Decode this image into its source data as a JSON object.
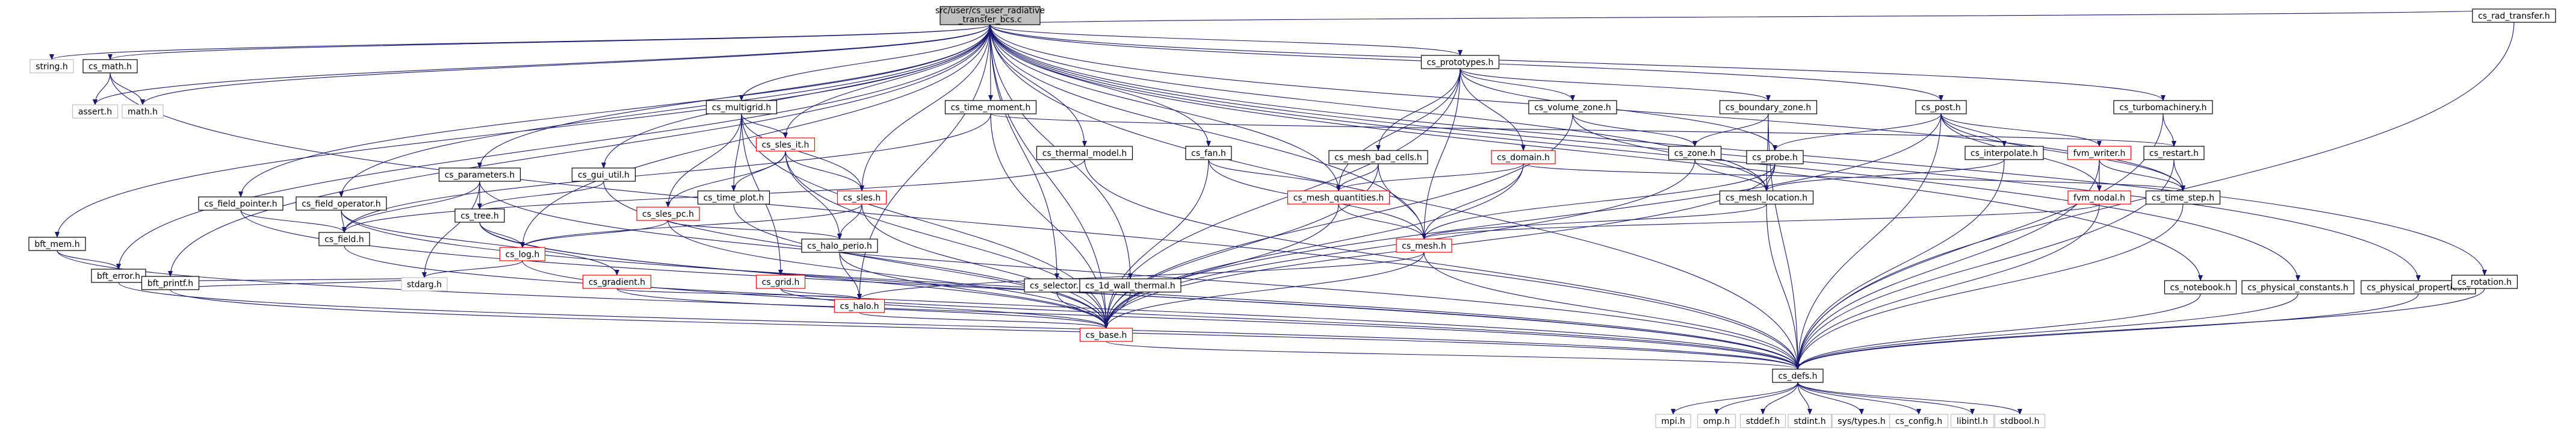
{
  "graph": {
    "root_label_line1": "src/user/cs_user_radiative",
    "root_label_line2": "_transfer_bcs.c",
    "colors": {
      "edge": "#191970",
      "box_border": "#000000",
      "box_border_ref": "#ff0000",
      "box_border_ext": "#bfbfbf",
      "box_fill": "#ffffff",
      "root_fill": "#bfbfbf"
    },
    "nodes": [
      {
        "id": "root",
        "label": "src/user/cs_user_radiative_transfer_bcs.c",
        "kind": "root"
      },
      {
        "id": "string",
        "label": "string.h",
        "kind": "ext"
      },
      {
        "id": "cs_math",
        "label": "cs_math.h",
        "kind": "normal"
      },
      {
        "id": "assert",
        "label": "assert.h",
        "kind": "ext"
      },
      {
        "id": "math",
        "label": "math.h",
        "kind": "ext"
      },
      {
        "id": "bft_mem",
        "label": "bft_mem.h",
        "kind": "normal"
      },
      {
        "id": "bft_error",
        "label": "bft_error.h",
        "kind": "normal"
      },
      {
        "id": "bft_printf",
        "label": "bft_printf.h",
        "kind": "normal"
      },
      {
        "id": "cs_field_pointer",
        "label": "cs_field_pointer.h",
        "kind": "normal"
      },
      {
        "id": "cs_field_operator",
        "label": "cs_field_operator.h",
        "kind": "normal"
      },
      {
        "id": "cs_field",
        "label": "cs_field.h",
        "kind": "normal"
      },
      {
        "id": "cs_parameters",
        "label": "cs_parameters.h",
        "kind": "normal"
      },
      {
        "id": "cs_tree",
        "label": "cs_tree.h",
        "kind": "normal"
      },
      {
        "id": "cs_log",
        "label": "cs_log.h",
        "kind": "ref"
      },
      {
        "id": "stdarg",
        "label": "stdarg.h",
        "kind": "ext"
      },
      {
        "id": "cs_gradient",
        "label": "cs_gradient.h",
        "kind": "ref"
      },
      {
        "id": "cs_multigrid",
        "label": "cs_multigrid.h",
        "kind": "normal"
      },
      {
        "id": "cs_gui_util",
        "label": "cs_gui_util.h",
        "kind": "normal"
      },
      {
        "id": "cs_sles_it",
        "label": "cs_sles_it.h",
        "kind": "ref"
      },
      {
        "id": "cs_sles_pc",
        "label": "cs_sles_pc.h",
        "kind": "ref"
      },
      {
        "id": "cs_time_plot",
        "label": "cs_time_plot.h",
        "kind": "normal"
      },
      {
        "id": "cs_sles",
        "label": "cs_sles.h",
        "kind": "ref"
      },
      {
        "id": "cs_halo_perio",
        "label": "cs_halo_perio.h",
        "kind": "normal"
      },
      {
        "id": "cs_grid",
        "label": "cs_grid.h",
        "kind": "ref"
      },
      {
        "id": "cs_halo",
        "label": "cs_halo.h",
        "kind": "ref"
      },
      {
        "id": "cs_time_moment",
        "label": "cs_time_moment.h",
        "kind": "normal"
      },
      {
        "id": "cs_thermal_model",
        "label": "cs_thermal_model.h",
        "kind": "normal"
      },
      {
        "id": "cs_selector",
        "label": "cs_selector.h",
        "kind": "normal"
      },
      {
        "id": "cs_1d_wall_thermal",
        "label": "cs_1d_wall_thermal.h",
        "kind": "normal"
      },
      {
        "id": "cs_base",
        "label": "cs_base.h",
        "kind": "ref"
      },
      {
        "id": "cs_fan",
        "label": "cs_fan.h",
        "kind": "normal"
      },
      {
        "id": "cs_prototypes",
        "label": "cs_prototypes.h",
        "kind": "normal"
      },
      {
        "id": "cs_mesh_bad_cells",
        "label": "cs_mesh_bad_cells.h",
        "kind": "normal"
      },
      {
        "id": "cs_domain",
        "label": "cs_domain.h",
        "kind": "ref"
      },
      {
        "id": "cs_volume_zone",
        "label": "cs_volume_zone.h",
        "kind": "normal"
      },
      {
        "id": "cs_boundary_zone",
        "label": "cs_boundary_zone.h",
        "kind": "normal"
      },
      {
        "id": "cs_mesh_quantities",
        "label": "cs_mesh_quantities.h",
        "kind": "ref"
      },
      {
        "id": "cs_zone",
        "label": "cs_zone.h",
        "kind": "normal"
      },
      {
        "id": "cs_probe",
        "label": "cs_probe.h",
        "kind": "normal"
      },
      {
        "id": "cs_mesh_location",
        "label": "cs_mesh_location.h",
        "kind": "normal"
      },
      {
        "id": "cs_mesh",
        "label": "cs_mesh.h",
        "kind": "ref"
      },
      {
        "id": "cs_post",
        "label": "cs_post.h",
        "kind": "normal"
      },
      {
        "id": "cs_interpolate",
        "label": "cs_interpolate.h",
        "kind": "normal"
      },
      {
        "id": "fvm_writer",
        "label": "fvm_writer.h",
        "kind": "ref"
      },
      {
        "id": "fvm_nodal",
        "label": "fvm_nodal.h",
        "kind": "ref"
      },
      {
        "id": "cs_turbomachinery",
        "label": "cs_turbomachinery.h",
        "kind": "normal"
      },
      {
        "id": "cs_restart",
        "label": "cs_restart.h",
        "kind": "normal"
      },
      {
        "id": "cs_time_step",
        "label": "cs_time_step.h",
        "kind": "normal"
      },
      {
        "id": "cs_notebook",
        "label": "cs_notebook.h",
        "kind": "normal"
      },
      {
        "id": "cs_physical_constants",
        "label": "cs_physical_constants.h",
        "kind": "normal"
      },
      {
        "id": "cs_physical_properties",
        "label": "cs_physical_properties.h",
        "kind": "normal"
      },
      {
        "id": "cs_rotation",
        "label": "cs_rotation.h",
        "kind": "normal"
      },
      {
        "id": "cs_rad_transfer",
        "label": "cs_rad_transfer.h",
        "kind": "normal"
      },
      {
        "id": "cs_defs",
        "label": "cs_defs.h",
        "kind": "normal"
      },
      {
        "id": "mpi",
        "label": "mpi.h",
        "kind": "ext"
      },
      {
        "id": "omp",
        "label": "omp.h",
        "kind": "ext"
      },
      {
        "id": "stddef",
        "label": "stddef.h",
        "kind": "ext"
      },
      {
        "id": "stdint",
        "label": "stdint.h",
        "kind": "ext"
      },
      {
        "id": "sys_types",
        "label": "sys/types.h",
        "kind": "ext"
      },
      {
        "id": "cs_config",
        "label": "cs_config.h",
        "kind": "ext"
      },
      {
        "id": "libintl",
        "label": "libintl.h",
        "kind": "ext"
      },
      {
        "id": "stdbool",
        "label": "stdbool.h",
        "kind": "ext"
      }
    ],
    "edges": [
      [
        "root",
        "string"
      ],
      [
        "root",
        "cs_math"
      ],
      [
        "root",
        "assert"
      ],
      [
        "root",
        "math"
      ],
      [
        "root",
        "bft_mem"
      ],
      [
        "root",
        "bft_error"
      ],
      [
        "root",
        "bft_printf"
      ],
      [
        "root",
        "cs_field_pointer"
      ],
      [
        "root",
        "cs_field_operator"
      ],
      [
        "root",
        "cs_parameters"
      ],
      [
        "root",
        "cs_multigrid"
      ],
      [
        "root",
        "cs_gui_util"
      ],
      [
        "root",
        "cs_sles_it"
      ],
      [
        "root",
        "cs_sles"
      ],
      [
        "root",
        "cs_time_moment"
      ],
      [
        "root",
        "cs_thermal_model"
      ],
      [
        "root",
        "cs_selector"
      ],
      [
        "root",
        "cs_1d_wall_thermal"
      ],
      [
        "root",
        "cs_base"
      ],
      [
        "root",
        "cs_halo"
      ],
      [
        "root",
        "cs_fan"
      ],
      [
        "root",
        "cs_prototypes"
      ],
      [
        "root",
        "cs_mesh_quantities"
      ],
      [
        "root",
        "cs_mesh"
      ],
      [
        "root",
        "cs_mesh_location"
      ],
      [
        "root",
        "cs_post"
      ],
      [
        "root",
        "cs_turbomachinery"
      ],
      [
        "root",
        "cs_time_step"
      ],
      [
        "root",
        "cs_notebook"
      ],
      [
        "root",
        "cs_physical_constants"
      ],
      [
        "root",
        "cs_physical_properties"
      ],
      [
        "root",
        "cs_rotation"
      ],
      [
        "root",
        "cs_rad_transfer"
      ],
      [
        "root",
        "cs_defs"
      ],
      [
        "root",
        "cs_log"
      ],
      [
        "cs_math",
        "assert"
      ],
      [
        "cs_math",
        "math"
      ],
      [
        "cs_math",
        "cs_defs"
      ],
      [
        "bft_mem",
        "bft_error"
      ],
      [
        "bft_mem",
        "cs_defs"
      ],
      [
        "bft_error",
        "stdarg"
      ],
      [
        "bft_error",
        "cs_defs"
      ],
      [
        "bft_printf",
        "stdarg"
      ],
      [
        "bft_printf",
        "cs_defs"
      ],
      [
        "cs_field_pointer",
        "cs_field"
      ],
      [
        "cs_field_pointer",
        "cs_defs"
      ],
      [
        "cs_field_operator",
        "cs_field"
      ],
      [
        "cs_field_operator",
        "cs_gradient"
      ],
      [
        "cs_field_operator",
        "cs_defs"
      ],
      [
        "cs_field",
        "cs_defs"
      ],
      [
        "cs_parameters",
        "cs_field"
      ],
      [
        "cs_parameters",
        "cs_tree"
      ],
      [
        "cs_parameters",
        "stdarg"
      ],
      [
        "cs_parameters",
        "cs_defs"
      ],
      [
        "cs_tree",
        "cs_log"
      ],
      [
        "cs_tree",
        "cs_base"
      ],
      [
        "cs_tree",
        "cs_defs"
      ],
      [
        "cs_log",
        "stdarg"
      ],
      [
        "cs_log",
        "cs_defs"
      ],
      [
        "cs_gradient",
        "cs_halo"
      ],
      [
        "cs_gradient",
        "cs_base"
      ],
      [
        "cs_multigrid",
        "cs_sles_it"
      ],
      [
        "cs_multigrid",
        "cs_sles_pc"
      ],
      [
        "cs_multigrid",
        "cs_time_plot"
      ],
      [
        "cs_multigrid",
        "cs_sles"
      ],
      [
        "cs_multigrid",
        "cs_grid"
      ],
      [
        "cs_multigrid",
        "cs_base"
      ],
      [
        "cs_gui_util",
        "cs_tree"
      ],
      [
        "cs_gui_util",
        "cs_base"
      ],
      [
        "cs_sles_it",
        "cs_sles_pc"
      ],
      [
        "cs_sles_it",
        "cs_time_plot"
      ],
      [
        "cs_sles_it",
        "cs_sles"
      ],
      [
        "cs_sles_it",
        "cs_halo_perio"
      ],
      [
        "cs_sles_it",
        "cs_base"
      ],
      [
        "cs_sles_pc",
        "cs_log"
      ],
      [
        "cs_sles_pc",
        "cs_halo_perio"
      ],
      [
        "cs_sles_pc",
        "cs_base"
      ],
      [
        "cs_time_plot",
        "cs_base"
      ],
      [
        "cs_sles",
        "cs_log"
      ],
      [
        "cs_sles",
        "cs_halo_perio"
      ],
      [
        "cs_sles",
        "cs_base"
      ],
      [
        "cs_halo_perio",
        "cs_halo"
      ],
      [
        "cs_halo_perio",
        "cs_base"
      ],
      [
        "cs_grid",
        "cs_halo"
      ],
      [
        "cs_grid",
        "cs_base"
      ],
      [
        "cs_halo",
        "cs_base"
      ],
      [
        "cs_time_moment",
        "cs_field"
      ],
      [
        "cs_time_moment",
        "cs_base"
      ],
      [
        "cs_time_moment",
        "cs_restart"
      ],
      [
        "cs_thermal_model",
        "cs_field"
      ],
      [
        "cs_thermal_model",
        "cs_defs"
      ],
      [
        "cs_selector",
        "cs_base"
      ],
      [
        "cs_1d_wall_thermal",
        "cs_base"
      ],
      [
        "cs_base",
        "cs_defs"
      ],
      [
        "cs_fan",
        "cs_mesh_quantities"
      ],
      [
        "cs_fan",
        "cs_mesh"
      ],
      [
        "cs_fan",
        "cs_base"
      ],
      [
        "cs_prototypes",
        "cs_mesh_bad_cells"
      ],
      [
        "cs_prototypes",
        "cs_domain"
      ],
      [
        "cs_prototypes",
        "cs_volume_zone"
      ],
      [
        "cs_prototypes",
        "cs_boundary_zone"
      ],
      [
        "cs_prototypes",
        "cs_probe"
      ],
      [
        "cs_prototypes",
        "cs_mesh_quantities"
      ],
      [
        "cs_prototypes",
        "cs_mesh"
      ],
      [
        "cs_prototypes",
        "cs_base"
      ],
      [
        "cs_mesh_bad_cells",
        "cs_mesh_quantities"
      ],
      [
        "cs_mesh_bad_cells",
        "cs_mesh"
      ],
      [
        "cs_mesh_bad_cells",
        "cs_base"
      ],
      [
        "cs_domain",
        "cs_mesh_quantities"
      ],
      [
        "cs_domain",
        "cs_mesh"
      ],
      [
        "cs_domain",
        "cs_time_step"
      ],
      [
        "cs_domain",
        "cs_base"
      ],
      [
        "cs_volume_zone",
        "cs_zone"
      ],
      [
        "cs_volume_zone",
        "cs_mesh_location"
      ],
      [
        "cs_volume_zone",
        "cs_base"
      ],
      [
        "cs_boundary_zone",
        "cs_zone"
      ],
      [
        "cs_boundary_zone",
        "cs_mesh_location"
      ],
      [
        "cs_boundary_zone",
        "cs_defs"
      ],
      [
        "cs_zone",
        "cs_mesh_location"
      ],
      [
        "cs_zone",
        "cs_base"
      ],
      [
        "cs_probe",
        "cs_mesh_location"
      ],
      [
        "cs_probe",
        "cs_mesh"
      ],
      [
        "cs_probe",
        "cs_base"
      ],
      [
        "cs_mesh_quantities",
        "cs_mesh"
      ],
      [
        "cs_mesh_quantities",
        "cs_base"
      ],
      [
        "cs_mesh_location",
        "cs_mesh"
      ],
      [
        "cs_mesh_location",
        "cs_defs"
      ],
      [
        "cs_mesh",
        "cs_halo"
      ],
      [
        "cs_mesh",
        "cs_base"
      ],
      [
        "cs_mesh",
        "cs_defs"
      ],
      [
        "cs_post",
        "cs_probe"
      ],
      [
        "cs_post",
        "cs_interpolate"
      ],
      [
        "cs_post",
        "fvm_writer"
      ],
      [
        "cs_post",
        "fvm_nodal"
      ],
      [
        "cs_post",
        "cs_time_step"
      ],
      [
        "cs_post",
        "cs_base"
      ],
      [
        "cs_post",
        "cs_defs"
      ],
      [
        "cs_interpolate",
        "cs_mesh_location"
      ],
      [
        "cs_interpolate",
        "cs_defs"
      ],
      [
        "fvm_writer",
        "fvm_nodal"
      ],
      [
        "fvm_writer",
        "cs_time_step"
      ],
      [
        "fvm_writer",
        "cs_defs"
      ],
      [
        "fvm_nodal",
        "cs_mesh"
      ],
      [
        "fvm_nodal",
        "cs_defs"
      ],
      [
        "cs_turbomachinery",
        "cs_restart"
      ],
      [
        "cs_turbomachinery",
        "cs_defs"
      ],
      [
        "cs_restart",
        "cs_time_step"
      ],
      [
        "cs_restart",
        "cs_defs"
      ],
      [
        "cs_time_step",
        "cs_defs"
      ],
      [
        "cs_notebook",
        "cs_defs"
      ],
      [
        "cs_physical_constants",
        "cs_defs"
      ],
      [
        "cs_physical_properties",
        "cs_defs"
      ],
      [
        "cs_rotation",
        "cs_defs"
      ],
      [
        "cs_rad_transfer",
        "cs_defs"
      ],
      [
        "cs_defs",
        "mpi"
      ],
      [
        "cs_defs",
        "omp"
      ],
      [
        "cs_defs",
        "stddef"
      ],
      [
        "cs_defs",
        "stdint"
      ],
      [
        "cs_defs",
        "sys_types"
      ],
      [
        "cs_defs",
        "cs_config"
      ],
      [
        "cs_defs",
        "libintl"
      ],
      [
        "cs_defs",
        "stdbool"
      ]
    ]
  }
}
